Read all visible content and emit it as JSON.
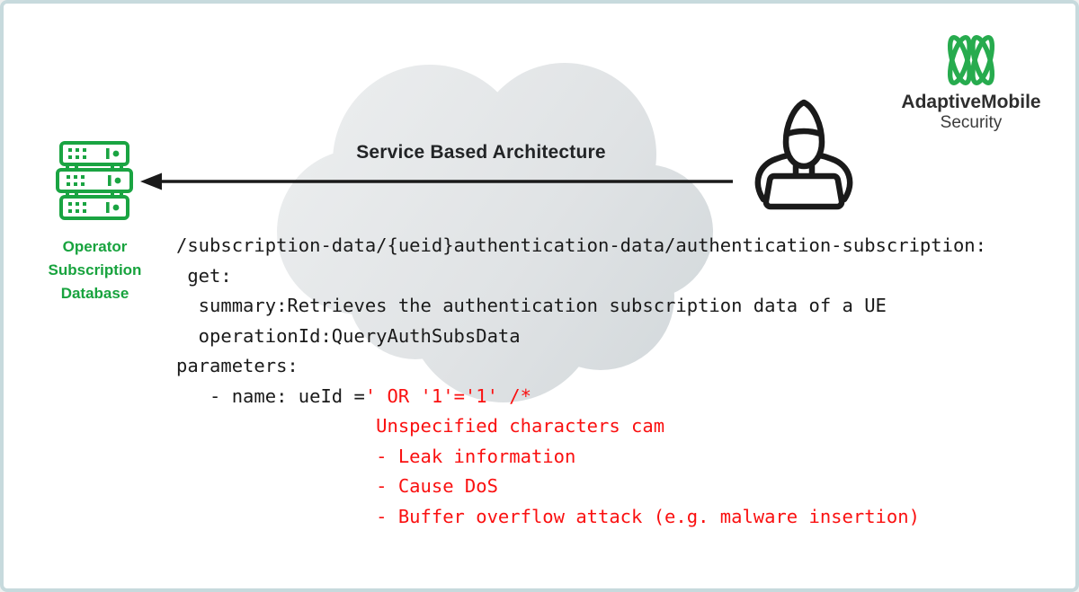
{
  "logo": {
    "company": "AdaptiveMobile",
    "division": "Security",
    "mark_color": "#27ab4e"
  },
  "database": {
    "label_line1": "Operator",
    "label_line2": "Subscription",
    "label_line3": "Database",
    "color": "#18a33e"
  },
  "cloud": {
    "label": "Service Based Architecture"
  },
  "code": {
    "line1": "/subscription-data/{ueid}authentication-data/authentication-subscription:",
    "line2": " get:",
    "line3": "  summary:Retrieves the authentication subscription data of a UE",
    "line4": "  operationId:QueryAuthSubsData",
    "line5": "parameters:",
    "line6_normal": "   - name: ueId =",
    "line6_attack": "' OR '1'='1' /*",
    "line7": "                  Unspecified characters cam",
    "line8": "                  - Leak information",
    "line9": "                  - Cause DoS",
    "line10": "                  - Buffer overflow attack (e.g. malware insertion)",
    "attack_color": "#fa1010",
    "text_color": "#1a1a1a"
  }
}
